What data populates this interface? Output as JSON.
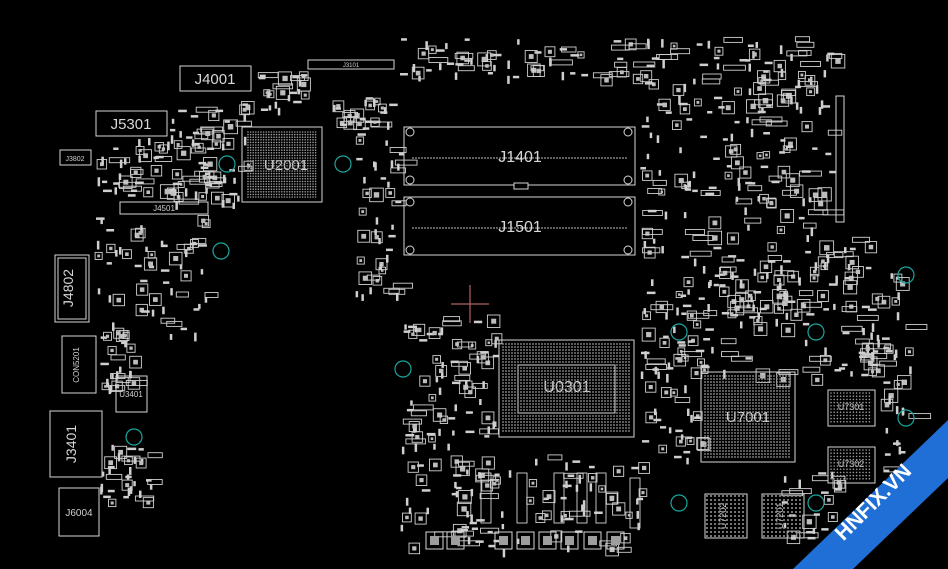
{
  "labels": {
    "j4001": "J4001",
    "j5301": "J5301",
    "j3802": "J3802",
    "j4501": "J4501",
    "j4802": "J4802",
    "con5201": "CON5201",
    "u3401": "U3401",
    "j3401": "J3401",
    "j6004": "J6004",
    "j3101": "J3101",
    "u2001": "U2001",
    "j1401": "J1401",
    "j1501": "J1501",
    "u0301": "U0301",
    "u7001": "U7001",
    "u7301": "U7301",
    "u7302": "U7302",
    "u7202": "U7202",
    "u7201": "U7201"
  },
  "watermark": {
    "text": "HNFIX.VN",
    "color": "#1f6fd6"
  },
  "colors": {
    "background": "#000000",
    "silkscreen": "#d6d6d6",
    "mounting_hole": "#1aa6a0",
    "cursor": "#b06464"
  }
}
